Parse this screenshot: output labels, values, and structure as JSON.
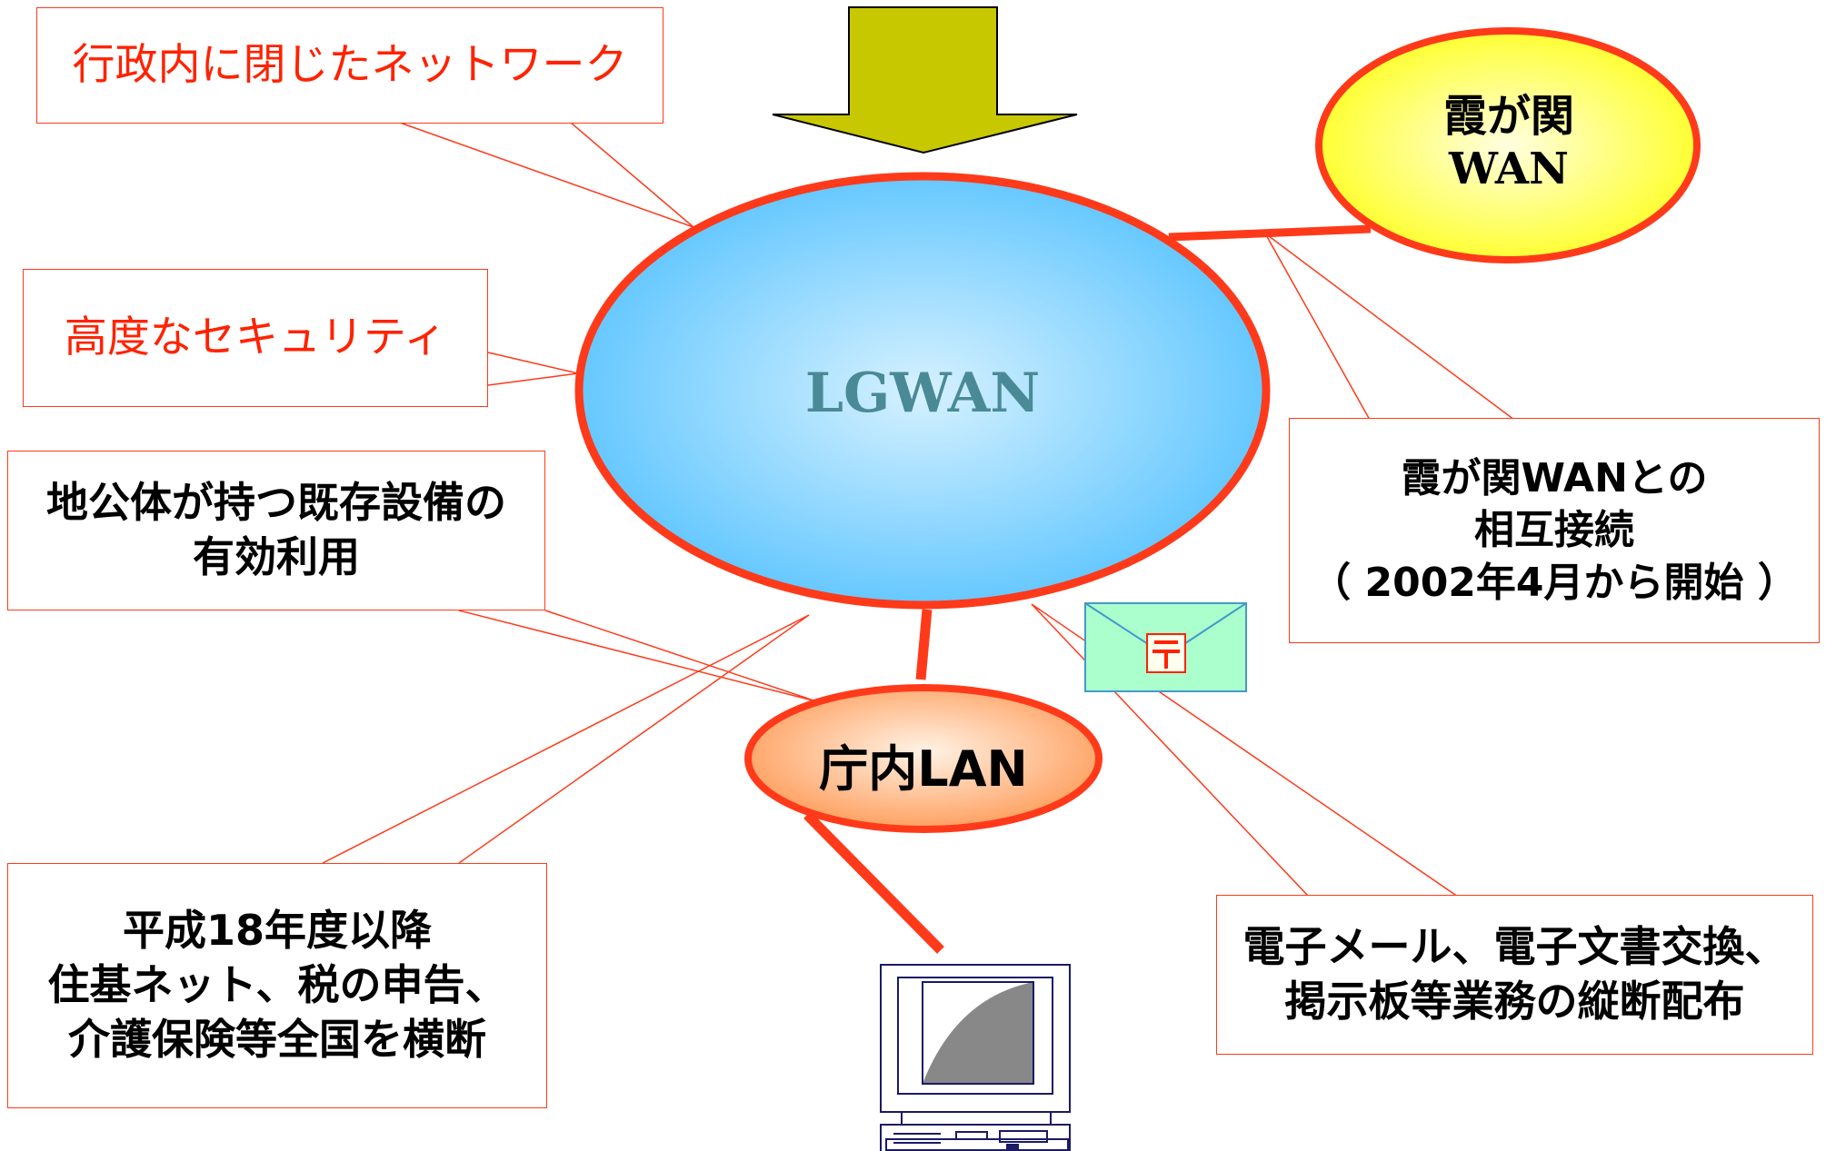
{
  "hub": {
    "label": "LGWAN"
  },
  "kasumigaseki": {
    "line1": "霞が関",
    "line2": "WAN"
  },
  "chonai": {
    "label": "庁内LAN"
  },
  "callouts": {
    "closed_network": {
      "text": "行政内に閉じたネットワーク"
    },
    "security": {
      "text": "高度なセキュリティ"
    },
    "existing_facilities": {
      "lines": [
        "地公体が持つ既存設備の",
        "有効利用"
      ]
    },
    "interconnection": {
      "lines": [
        "霞が関WANとの",
        "相互接続",
        "（ 2002年4月から開始 ）"
      ]
    },
    "nationwide": {
      "lines": [
        "平成18年度以降",
        "住基ネット、税の申告、",
        "介護保険等全国を横断"
      ]
    },
    "email": {
      "lines": [
        "電子メール、電子文書交換、",
        "掲示板等業務の縦断配布"
      ]
    }
  },
  "icons": {
    "mail": "postal-mail-envelope-icon",
    "computer": "desktop-computer-icon",
    "arrow": "down-arrow-icon"
  },
  "colors": {
    "hub_fill": "#66c8ff",
    "hub_center": "#d6f1ff",
    "hub_text": "#4a8a96",
    "outline": "#ff3a1a",
    "wan_fill": "#ffff33",
    "wan_center": "#ffffe0",
    "lan_fill": "#ffb070",
    "lan_center": "#fff3e6",
    "arrow_fill": "#c8c800",
    "envelope_fill": "#aaffcc",
    "postal_red": "#ff2200"
  }
}
